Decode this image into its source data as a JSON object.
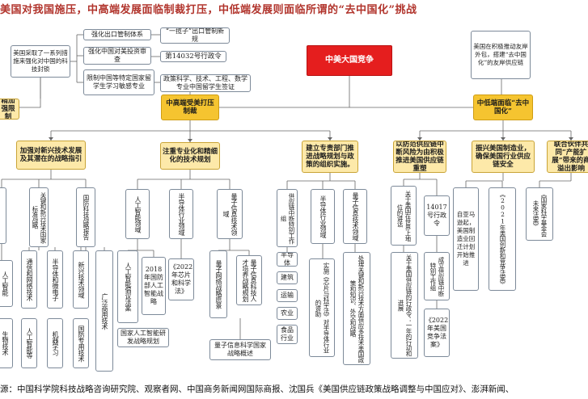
{
  "title": "美国对我国施压，中高端发展面临制裁打压，中低端发展则面临所谓的“去中国化”挑战",
  "source": "源：中国科学院科技战略咨询研究院、观察者网、中国商务新闻网国际商报、沈国兵《美国供应链政策战略调整与中国应对》、澎湃新闻、",
  "center": "中美大国竞争",
  "branch_high": "中高端受美打压制裁",
  "branch_low": "中低端面临“去中国化”",
  "us_measures": "美国采取了一系列措施来强化对中国的科技封锁",
  "us_measure_items": [
    "强化出口管制体系",
    "强化中国对美投资审查",
    "限制中国等特定国家留学生学习敏感专业"
  ],
  "us_measure_details": [
    "“一揽子”出口管制新规",
    "第14032号行政令",
    "政策科学、技术、工程、数学专业中国留学生签证"
  ],
  "left_edge_top": "精加强限制",
  "us_low_policy": "美国在积极推动友岸外包，搭建“去中国化”的友岸供应链",
  "l2_left": "加强对新兴技术发展及其潜在的战略指引",
  "l2_mid": "注重专业化和精细化的技术规划",
  "l2_right": "建立专责部门推进战略规划与政策的组织实施。",
  "l2_r1": "以防范供应链中断风险为由积极推进美国供应链重塑",
  "l2_r2": "振兴美国制造业，确保美国行业供应链安全",
  "l2_r3": "联合伙伴共同“产能扩展”带来的商溢出影响",
  "col_emerging": "关键和新兴技术国家标准战略",
  "col_defense": "国防科技战略报告",
  "col_ai": "人工智能领域",
  "col_semi": "半导体行业领域",
  "col_quantum": "量子信息技术领域",
  "col_supply_office": "供应链中断特别工作组",
  "col_semi2": "半导体行业领域",
  "col_quantum2": "量子信息技术领域",
  "col_world": "关于美国在世界上地位的讲话",
  "col_eo14017": "14017号行政令",
  "col_amazon": "自亚马逊起，美国制造业回迁计划开始推进",
  "col_chips": "《2021年美国创新和竞争法案》",
  "col_fund": "《国家科学基金会未来法案》",
  "left_edge_items": [
    "人工智能",
    "生物技术"
  ],
  "sub_emerging": [
    "通信和网络技术",
    "人工智能等"
  ],
  "sub_semi_micro": [
    "半导体和微电子",
    "机器学习"
  ],
  "sub_defense": [
    "新兴技术领域",
    "国防专用技术"
  ],
  "sub_wide": "广泛商用技术",
  "sub_ai_strategy": "人工智能倡议法案",
  "sub_ai_defense": "2018年国防部人工智能战略",
  "sub_ai_national": "国家人工智能研发战略规划",
  "sub_chip2022": "《2022年芯片和科学法》",
  "sub_quantum_net": "量子网络战略愿景",
  "sub_quantum_talent": "量子信息科技人才培养战略规划",
  "sub_quantum_overview": "量子信息科学国家战略概述",
  "sub_sectors": [
    "半导体",
    "建筑",
    "运输",
    "农业",
    "食品行业"
  ],
  "sub_chipact": "实施《芯片与科学法》对半导体行业的资助",
  "sub_handle": "处理关键和新兴技术方面供应多技术美国政策和知识、外交和战略",
  "sub_supply_policy": "关于美国供应链的行政令：一年的行动和进展",
  "sub_special": "成立供应链中断特别工作组",
  "sub_chips2022": "《2022年美国竞争法案》"
}
